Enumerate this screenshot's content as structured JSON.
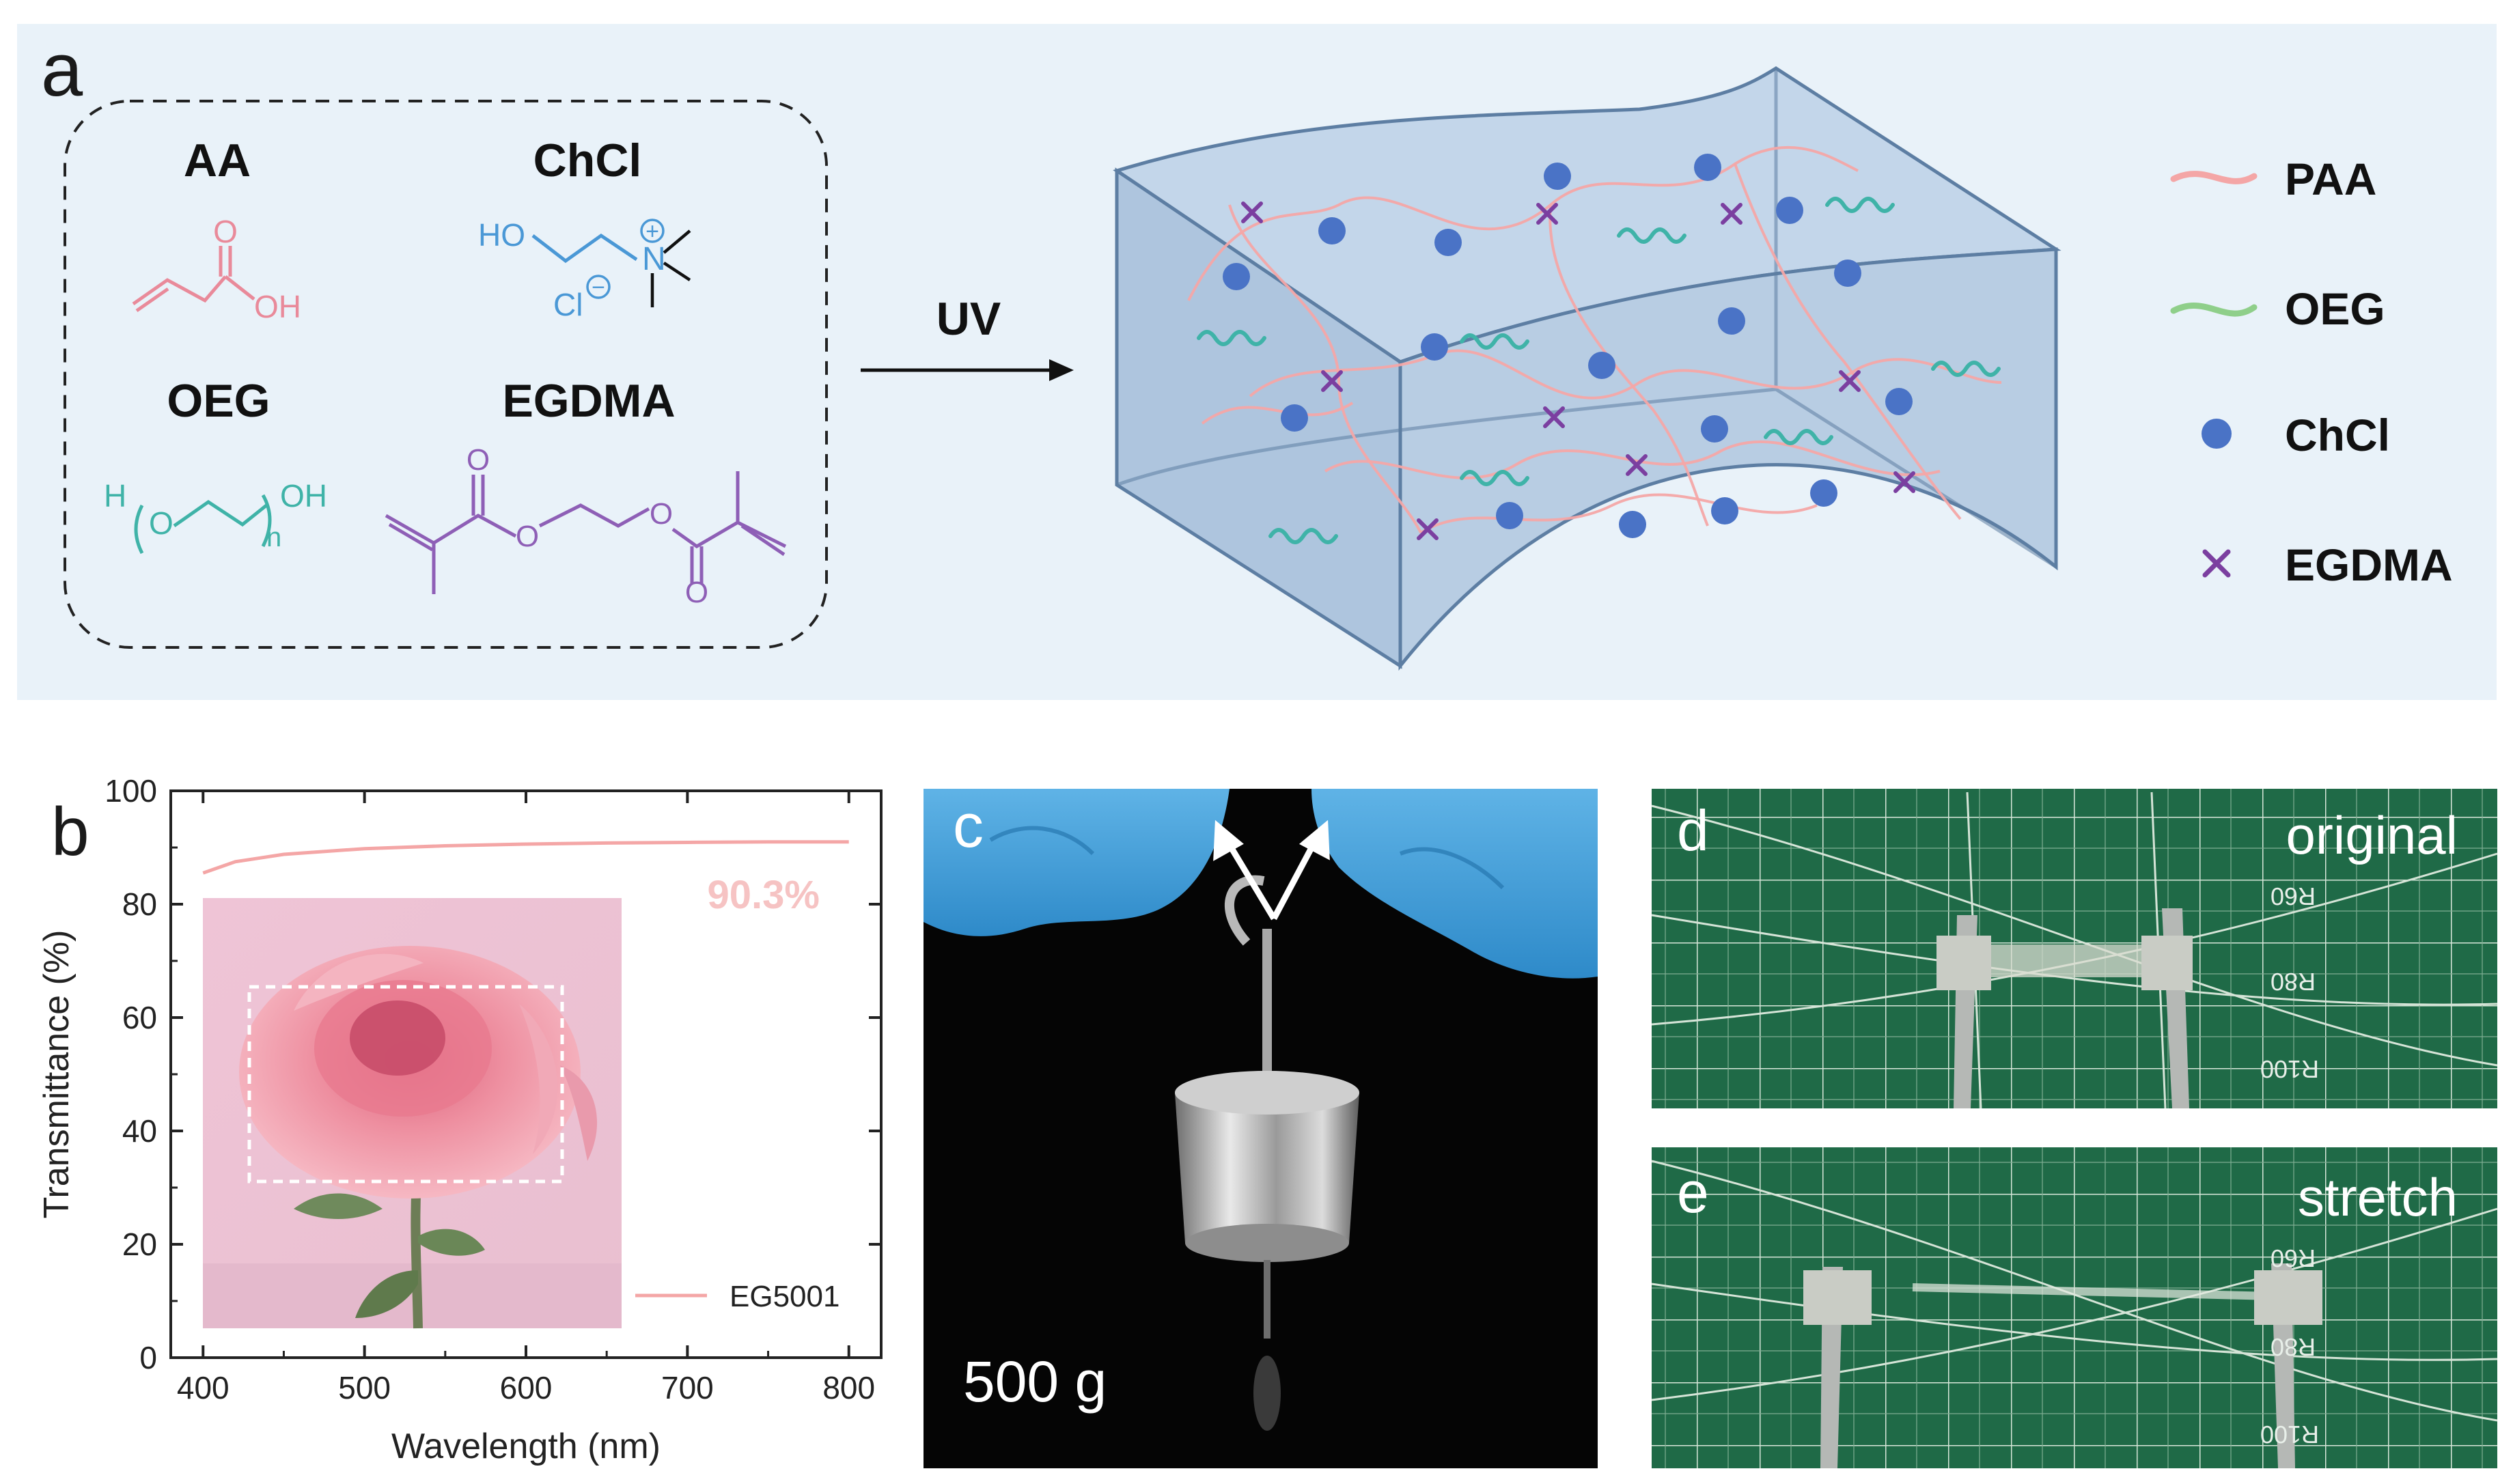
{
  "panel_a": {
    "letter": "a",
    "reagents": {
      "aa": "AA",
      "chcl": "ChCl",
      "oeg": "OEG",
      "egdma": "EGDMA"
    },
    "structure_labels": {
      "aa_o": "O",
      "aa_oh": "OH",
      "chcl_ho": "HO",
      "chcl_n": "N",
      "chcl_plus": "+",
      "chcl_cl": "Cl",
      "chcl_minus": "−",
      "oeg_h": "H",
      "oeg_o": "O",
      "oeg_oh": "OH",
      "oeg_n": "n",
      "egdma_o1": "O",
      "egdma_o2": "O",
      "egdma_o3": "O",
      "egdma_o4": "O"
    },
    "arrow_label": "UV",
    "legend": [
      "PAA",
      "OEG",
      "ChCl",
      "EGDMA"
    ],
    "colors": {
      "paa": "#f4a6a6",
      "oeg": "#3fb3a8",
      "chcl": "#4a73c6",
      "egdma": "#7b3fa0",
      "aa": "#e98a9a",
      "chcl_struct": "#4a98d6",
      "background": "#e9f2f9",
      "gel": "#b9cee3"
    }
  },
  "panel_b": {
    "letter": "b",
    "annotation": "90.3%",
    "legend_label": "EG5001",
    "xlabel": "Wavelength (nm)",
    "ylabel": "Transmittance (%)",
    "xticks": [
      "400",
      "500",
      "600",
      "700",
      "800"
    ],
    "yticks": [
      "0",
      "20",
      "40",
      "60",
      "80",
      "100"
    ]
  },
  "chart_data": {
    "type": "line",
    "x": [
      400,
      420,
      450,
      500,
      550,
      600,
      650,
      700,
      750,
      800
    ],
    "series": [
      {
        "name": "EG5001",
        "values": [
          85.5,
          87.5,
          88.8,
          89.8,
          90.3,
          90.6,
          90.8,
          90.9,
          91.0,
          91.0
        ]
      }
    ],
    "xlabel": "Wavelength (nm)",
    "ylabel": "Transmittance (%)",
    "xlim": [
      380,
      820
    ],
    "ylim": [
      0,
      100
    ],
    "legend": "bottom-right",
    "annotations": [
      "90.3%"
    ]
  },
  "panel_c": {
    "letter": "c",
    "caption": "500 g"
  },
  "panel_d": {
    "letter": "d",
    "caption": "original",
    "ruler": [
      "R60",
      "R80",
      "R100"
    ]
  },
  "panel_e": {
    "letter": "e",
    "caption": "stretch",
    "ruler": [
      "R60",
      "R80",
      "R100"
    ]
  }
}
